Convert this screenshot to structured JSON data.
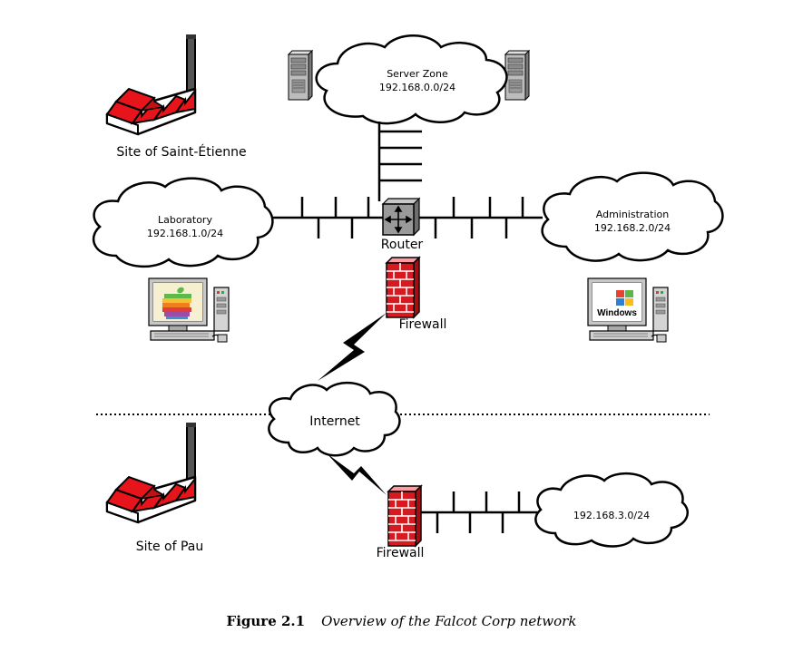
{
  "sites": {
    "saint_etienne": "Site of Saint-Étienne",
    "pau": "Site of Pau"
  },
  "clouds": {
    "server_zone": {
      "name": "Server Zone",
      "subnet": "192.168.0.0/24"
    },
    "laboratory": {
      "name": "Laboratory",
      "subnet": "192.168.1.0/24"
    },
    "administration": {
      "name": "Administration",
      "subnet": "192.168.2.0/24"
    },
    "internet": {
      "name": "Internet"
    },
    "pau_network": {
      "subnet": "192.168.3.0/24"
    }
  },
  "devices": {
    "router": "Router",
    "firewall_top": "Firewall",
    "firewall_bottom": "Firewall",
    "windows_logo_text": "Windows"
  },
  "figure": {
    "number": "Figure 2.1",
    "caption": "Overview of the Falcot Corp network"
  },
  "colors": {
    "factory_roof": "#e8141b",
    "brick": "#d71920",
    "router": "#9a9a9a",
    "server": "#b9b9b9"
  }
}
